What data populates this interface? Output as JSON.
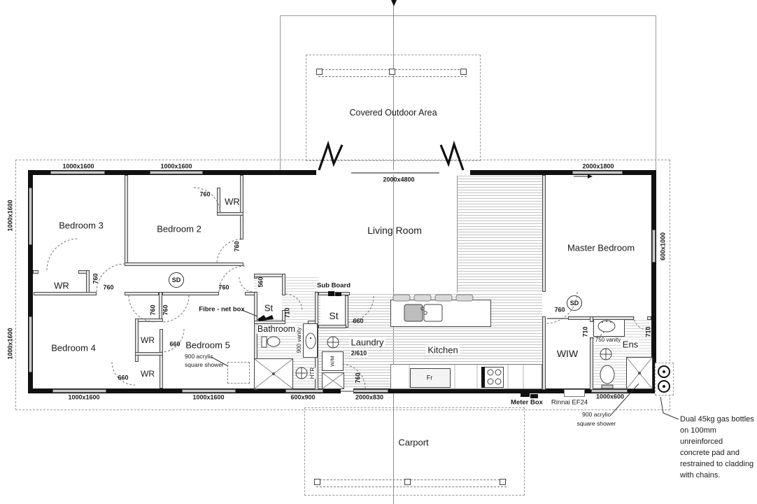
{
  "plan": {
    "rooms": {
      "bedroom3": "Bedroom 3",
      "bedroom2": "Bedroom 2",
      "bedroom4": "Bedroom 4",
      "bedroom5": "Bedroom 5",
      "living": "Living Room",
      "master": "Master Bedroom",
      "kitchen": "Kitchen",
      "laundry": "Laundry",
      "bathroom": "Bathroom",
      "ens": "Ens",
      "wiw": "WIW",
      "wr": "WR",
      "st": "St",
      "covered_outdoor": "Covered Outdoor Area",
      "carport": "Carport"
    },
    "window_dims": {
      "w1000x1600": "1000x1600",
      "w2000x4800": "2000x4800",
      "w2000x1800": "2000x1800",
      "w600x1000": "600x1000",
      "w600x900": "600x900",
      "w2000x830": "2000x830",
      "w1000x600": "1000x600"
    },
    "door_sizes": {
      "d760": "760",
      "d660": "660",
      "d710": "710",
      "d560": "560",
      "d2610": "2/610"
    },
    "fixtures": {
      "sd": "SD",
      "fr": "Fr",
      "wm": "W/M",
      "htr": "HTR",
      "vanity900": "900 vanity",
      "vanity750": "750 vanity",
      "sub_board": "Sub Board",
      "fibre_box": "Fibre - net box",
      "meter_box": "Meter Box",
      "rinnai": "Rinnai EF24"
    },
    "annotations": {
      "shower_line1": "900 acrylic",
      "shower_line2": "square shower",
      "gas_line1": "Dual 45kg gas bottles",
      "gas_line2": "on 100mm unreinforced",
      "gas_line3": "concrete pad and",
      "gas_line4": "restrained to cladding",
      "gas_line5": "with chains."
    }
  }
}
